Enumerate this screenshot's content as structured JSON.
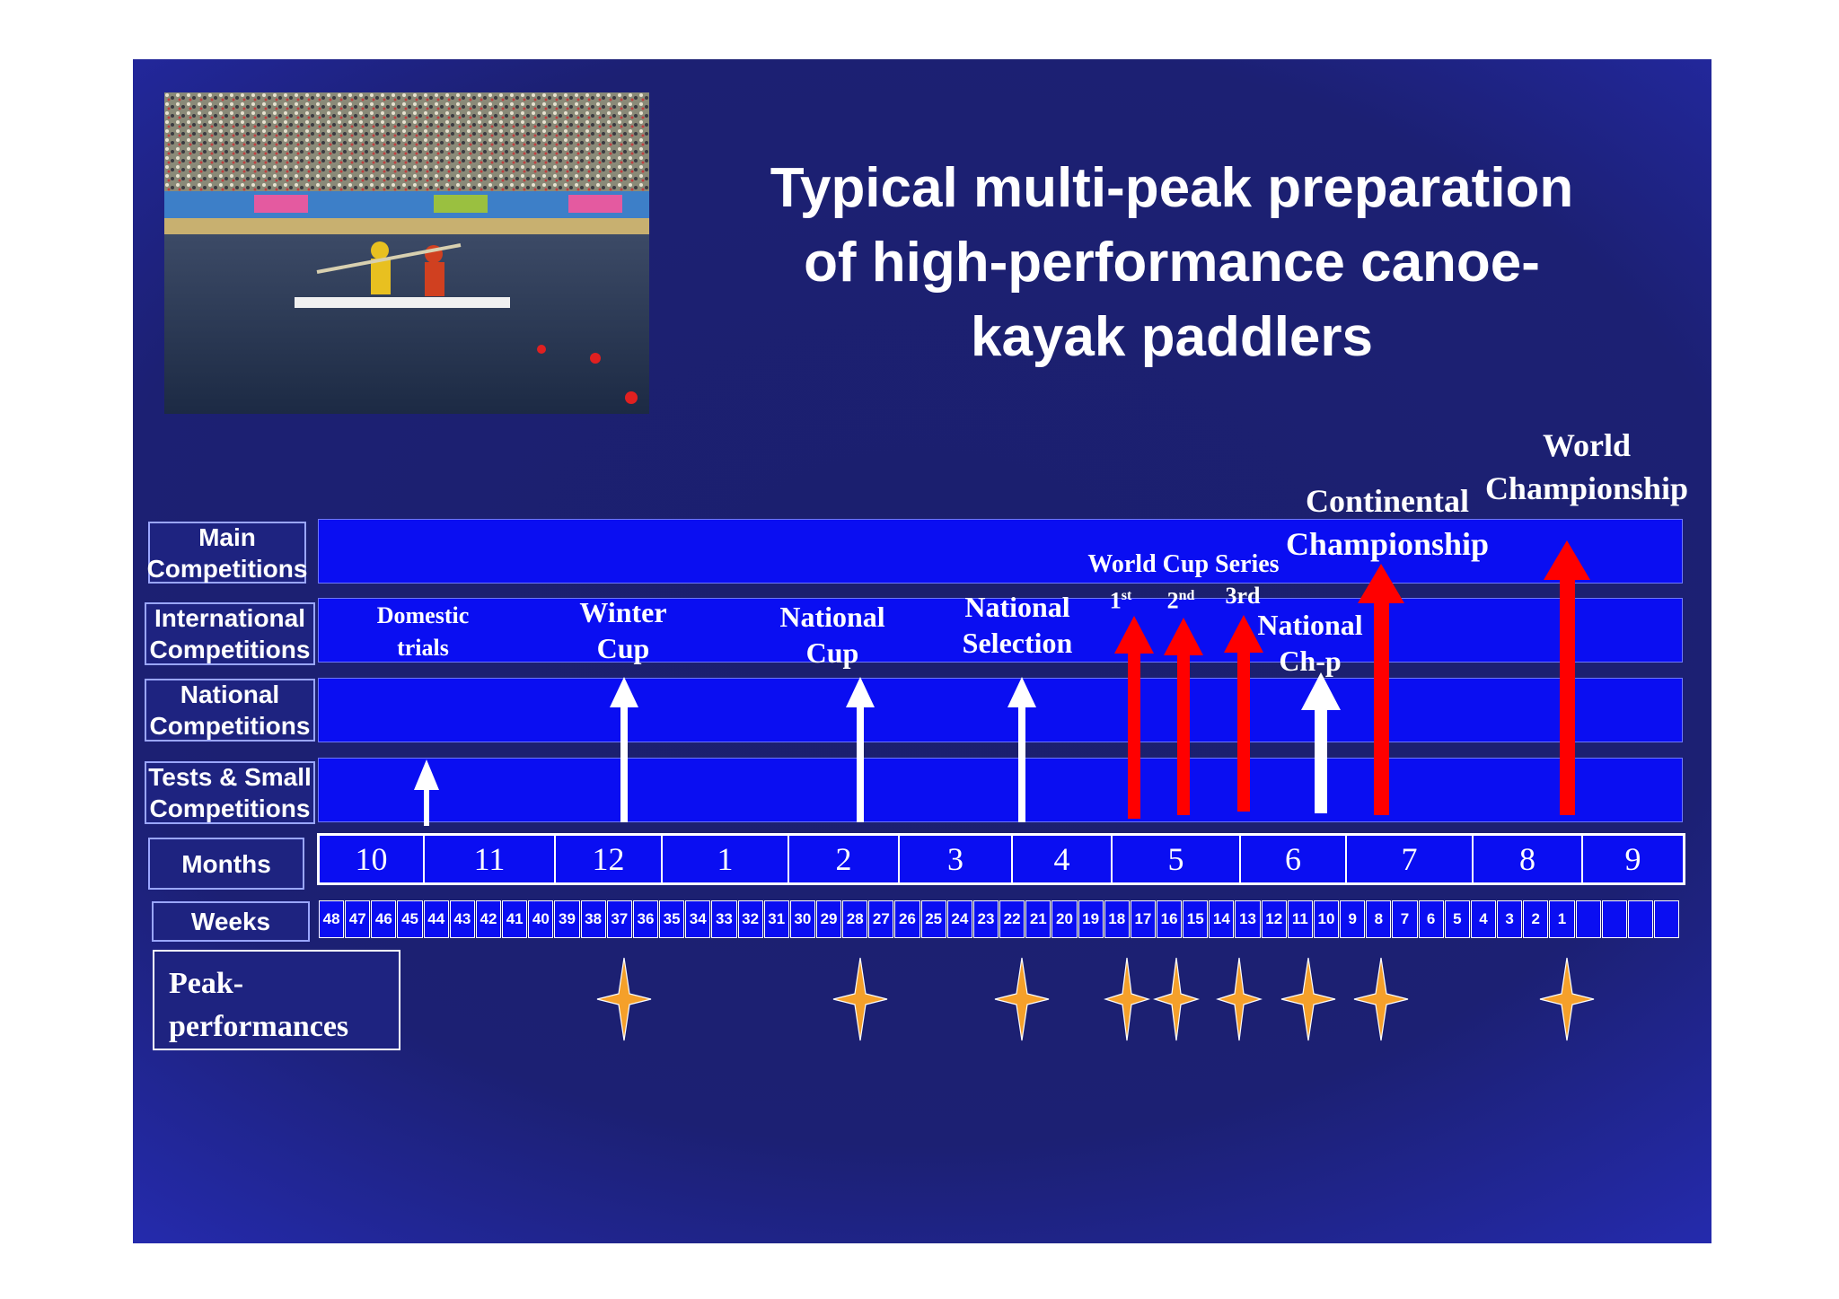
{
  "title": "Typical multi-peak preparation of high-performance canoe-kayak paddlers",
  "title_lines": [
    "Typical multi-peak preparation",
    "of high-performance canoe-",
    "kayak paddlers"
  ],
  "row_labels": {
    "main": [
      "Main",
      "Competitions"
    ],
    "international": [
      "International",
      "Competitions"
    ],
    "national": [
      "National",
      "Competitions"
    ],
    "tests": [
      "Tests & Small",
      "Competitions"
    ],
    "months": "Months",
    "weeks": "Weeks"
  },
  "months": [
    "10",
    "11",
    "12",
    "1",
    "2",
    "3",
    "4",
    "5",
    "6",
    "7",
    "8",
    "9"
  ],
  "weeks": [
    "48",
    "47",
    "46",
    "45",
    "44",
    "43",
    "42",
    "41",
    "40",
    "39",
    "38",
    "37",
    "36",
    "35",
    "34",
    "33",
    "32",
    "31",
    "30",
    "29",
    "28",
    "27",
    "26",
    "25",
    "24",
    "23",
    "22",
    "21",
    "20",
    "19",
    "18",
    "17",
    "16",
    "15",
    "14",
    "13",
    "12",
    "11",
    "10",
    "9",
    "8",
    "7",
    "6",
    "5",
    "4",
    "3",
    "2",
    "1",
    "",
    "",
    "",
    ""
  ],
  "events": {
    "domestic_trials": [
      "Domestic",
      "trials"
    ],
    "winter_cup": [
      "Winter",
      "Cup"
    ],
    "national_cup": [
      "National",
      "Cup"
    ],
    "national_selection": [
      "National",
      "Selection"
    ],
    "world_cup_series": "World Cup Series",
    "wc_1": "1",
    "wc_1_sup": "st",
    "wc_2": "2",
    "wc_2_sup": "nd",
    "wc_3": "3rd",
    "national_chp": [
      "National",
      "Ch-p"
    ],
    "continental": [
      "Continental",
      "Championship"
    ],
    "world": [
      "World",
      "Championship"
    ]
  },
  "peak_label": [
    "Peak-",
    "performances"
  ],
  "colors": {
    "slide_bg": "#1c2073",
    "band": "#0a0ef2",
    "white_arrow": "#ffffff",
    "red_arrow": "#ff0000",
    "star": "#f5a02a"
  }
}
